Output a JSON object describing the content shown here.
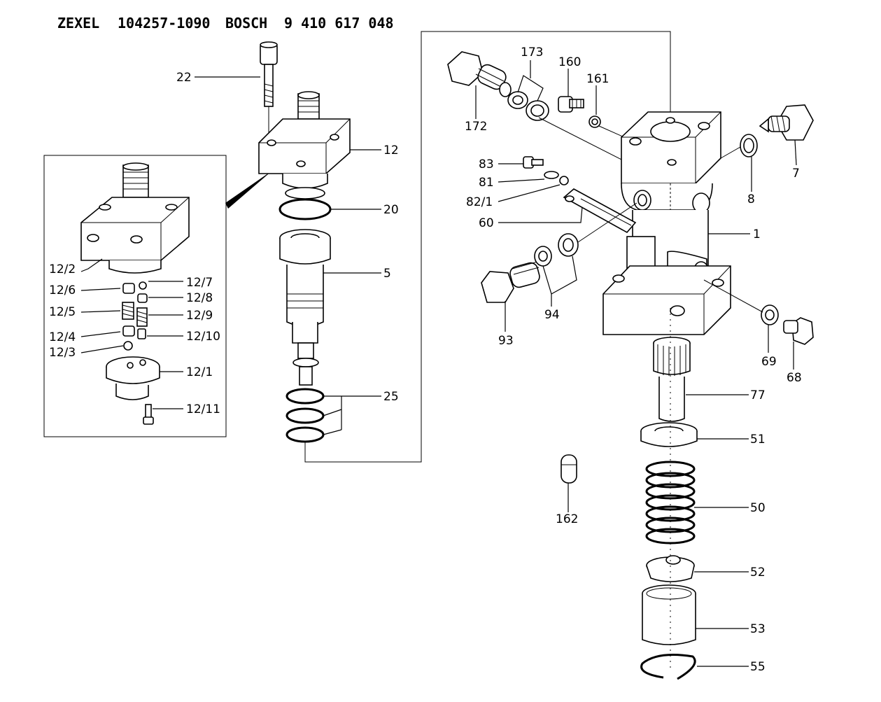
{
  "title": {
    "maker1": "ZEXEL",
    "part1": "104257-1090",
    "maker2": "BOSCH",
    "part2": "9 410 617 048"
  },
  "labels": {
    "p22": "22",
    "p12": "12",
    "p20": "20",
    "p5": "5",
    "p25": "25",
    "p12_2": "12/2",
    "p12_6": "12/6",
    "p12_7": "12/7",
    "p12_8": "12/8",
    "p12_5": "12/5",
    "p12_9": "12/9",
    "p12_4": "12/4",
    "p12_10": "12/10",
    "p12_3": "12/3",
    "p12_1": "12/1",
    "p12_11": "12/11",
    "p173": "173",
    "p160": "160",
    "p161": "161",
    "p172": "172",
    "p7": "7",
    "p8": "8",
    "p83": "83",
    "p81": "81",
    "p82_1": "82/1",
    "p60": "60",
    "p1": "1",
    "p94": "94",
    "p93": "93",
    "p69": "69",
    "p68": "68",
    "p77": "77",
    "p51": "51",
    "p50": "50",
    "p162": "162",
    "p52": "52",
    "p53": "53",
    "p55": "55"
  }
}
